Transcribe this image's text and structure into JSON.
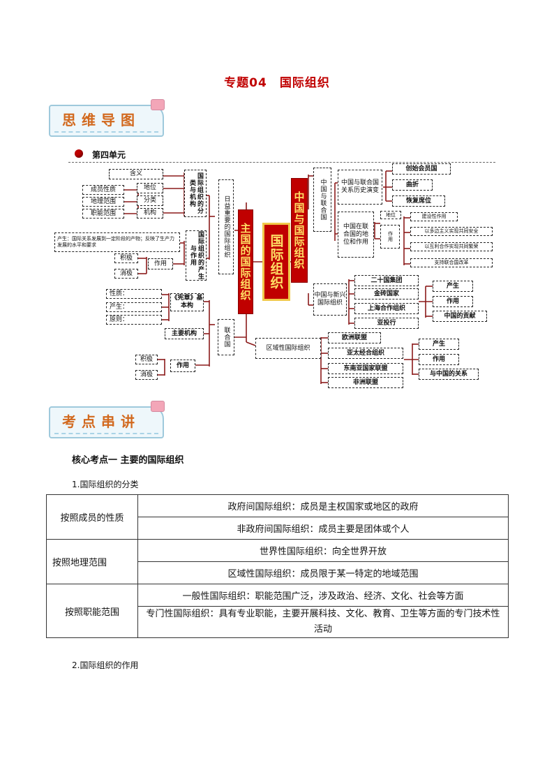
{
  "doc_title": "专题04　国际组织",
  "banners": {
    "mindmap": "思维导图",
    "points": "考点串讲"
  },
  "unit_label": "第四单元",
  "mindmap": {
    "center": "国际组织",
    "branch_left": "主国的国际组织",
    "branch_right": "中国与国际组织",
    "left_group1_title": "日益重要的国际组织",
    "left_group1_a": "国际组织的分类与机构",
    "hanyi": "含义",
    "diwei": "地位",
    "fenlei": "分类",
    "jigou": "机构",
    "chengyuan": "成员性质",
    "dili": "地理范围",
    "zhineng": "职能范围",
    "left_group1_b": "国际组织的产生与作用",
    "chansheng_text": "产生：国际关系发展到一定阶段的产物；反映了生产力发展的水平和要求",
    "zuoyong": "作用",
    "jiji": "积极",
    "xiaoji": "消极",
    "un_title": "联合国",
    "xianzhang": "《宪章》基本构",
    "xingzhi": "性质：",
    "chansheng2": "产生：",
    "yuanze": "原则：",
    "zhuyaojigou": "主要机构",
    "zuoyong2": "作用",
    "jiji2": "积极",
    "xiaoji2": "消极",
    "regional": "区域性国际组织",
    "reg_items": [
      "欧洲联盟",
      "亚太经合组织",
      "东南亚国家联盟",
      "非洲联盟"
    ],
    "reg_right": [
      "产生",
      "作用",
      "与中国的关系"
    ],
    "cn_un": "中国与联合国",
    "cn_un_hist": "中国与联合国关系历史演变",
    "cn_un_hist_items": [
      "创始会员国",
      "曲折",
      "恢复席位"
    ],
    "cn_un_role": "中国在联合国的地位和作用",
    "diwei2": "地位",
    "zuoyong3": "作用",
    "role_items": [
      "建设性作用",
      "以多边主义实现共同安全",
      "以互利合作实现共同繁荣",
      "支持联合国改革"
    ],
    "cn_new": "中国与新兴国际组织",
    "new_items": [
      "二十国集团",
      "金砖国家",
      "上海合作组织",
      "亚投行"
    ],
    "new_right": [
      "产生",
      "作用",
      "中国的贡献"
    ]
  },
  "section_heading": "核心考点一  主要的国际组织",
  "sub1": "1.国际组织的分类",
  "table": {
    "rows": [
      {
        "category": "按照成员的性质",
        "items": [
          "政府间国际组织：成员是主权国家或地区的政府",
          "非政府间国际组织：成员主要是团体或个人"
        ]
      },
      {
        "category": "按照地理范围",
        "items": [
          "世界性国际组织：向全世界开放",
          "区域性国际组织：成员限于某一特定的地域范围"
        ]
      },
      {
        "category": "按照职能范围",
        "items": [
          "一般性国际组织：职能范围广泛，涉及政治、经济、文化、社会等方面",
          "专门性国际组织：具有专业职能，主要开展科技、文化、教育、卫生等方面的专门技术性活动"
        ]
      }
    ]
  },
  "sub2": "2.国际组织的作用"
}
